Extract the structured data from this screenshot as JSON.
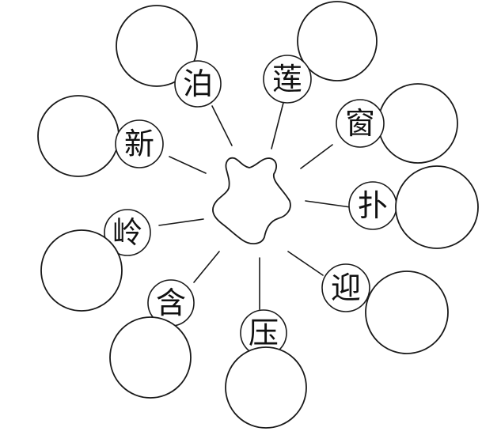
{
  "diagram": {
    "center_shape": "star",
    "line_color": "#1a1a1a",
    "characters": [
      {
        "id": "bo",
        "char": "泊"
      },
      {
        "id": "lian",
        "char": "莲"
      },
      {
        "id": "chuang",
        "char": "窗"
      },
      {
        "id": "pu",
        "char": "扑"
      },
      {
        "id": "ying",
        "char": "迎"
      },
      {
        "id": "ya",
        "char": "压"
      },
      {
        "id": "han",
        "char": "含"
      },
      {
        "id": "ling",
        "char": "岭"
      },
      {
        "id": "xin",
        "char": "新"
      }
    ]
  }
}
